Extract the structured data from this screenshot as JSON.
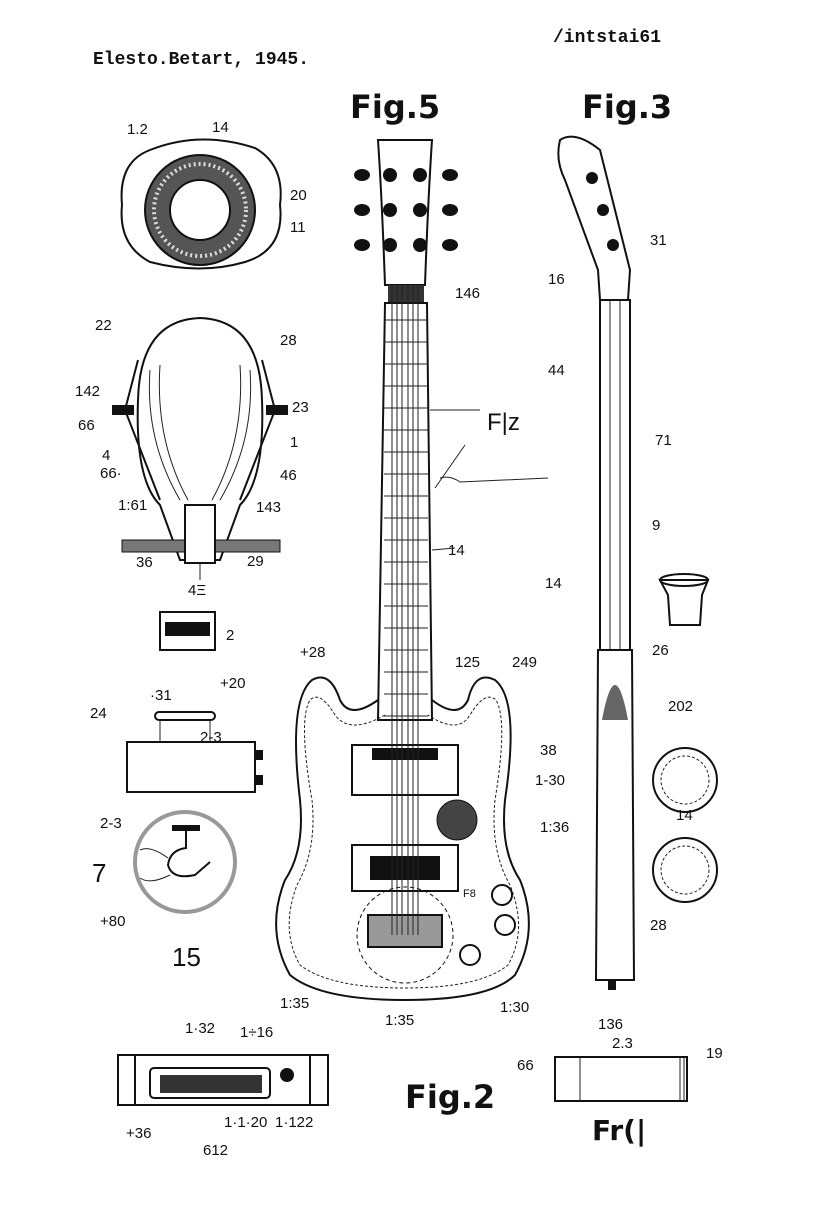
{
  "header": {
    "author_line": "Elesto.Betart, 1945.",
    "ref_number": "/intstai61"
  },
  "figures": {
    "fig5": "Fig.5",
    "fig3": "Fig.3",
    "fig2": "Fig.2",
    "fig1": "Fr(|"
  },
  "labels": {
    "ring": [
      "1.2",
      "14",
      "20",
      "11"
    ],
    "helmet": [
      "22",
      "28",
      "142",
      "23",
      "66",
      "4",
      "66·",
      "1",
      "46",
      "143",
      "1:61",
      "36",
      "29",
      "4Ξ",
      "2"
    ],
    "box": [
      "·31",
      "+20",
      "24",
      "2-3"
    ],
    "detail": [
      "2-3",
      "7",
      "+80",
      "15"
    ],
    "guitar": [
      "146",
      "F|z",
      "14",
      "+28",
      "125",
      "249",
      "38",
      "1-30",
      "1:36",
      "1:35",
      "1:35",
      "1:30",
      "F8"
    ],
    "side": [
      "31",
      "16",
      "44",
      "71",
      "9",
      "14",
      "26",
      "202",
      "14",
      "28"
    ],
    "bridge": [
      "1·32",
      "1÷16",
      "+36",
      "612",
      "1·1·20",
      "1·122"
    ],
    "block": [
      "136",
      "2.3",
      "19",
      "66"
    ]
  }
}
